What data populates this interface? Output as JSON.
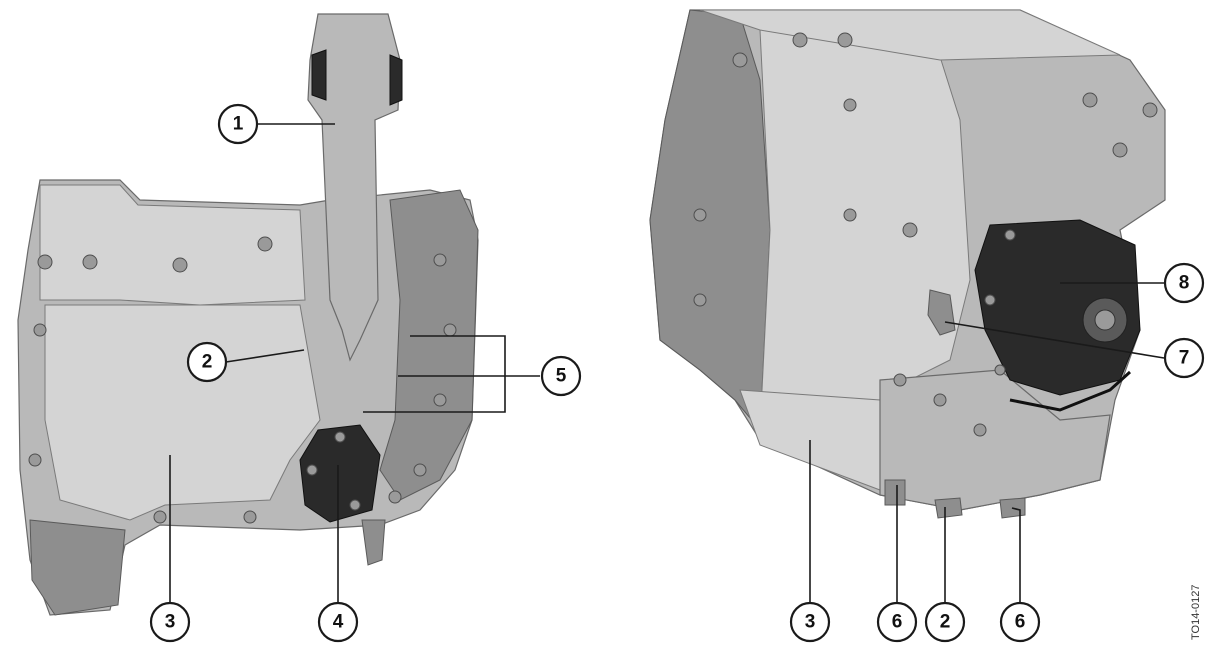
{
  "figure_code": "TO14-0127",
  "callouts": {
    "left": [
      {
        "id": "c1",
        "label": "1"
      },
      {
        "id": "c2",
        "label": "2"
      },
      {
        "id": "c3",
        "label": "3"
      },
      {
        "id": "c4",
        "label": "4"
      },
      {
        "id": "c5",
        "label": "5"
      }
    ],
    "right": [
      {
        "id": "c3r",
        "label": "3"
      },
      {
        "id": "c6a",
        "label": "6"
      },
      {
        "id": "c2r",
        "label": "2"
      },
      {
        "id": "c6b",
        "label": "6"
      },
      {
        "id": "c7",
        "label": "7"
      },
      {
        "id": "c8",
        "label": "8"
      }
    ]
  }
}
